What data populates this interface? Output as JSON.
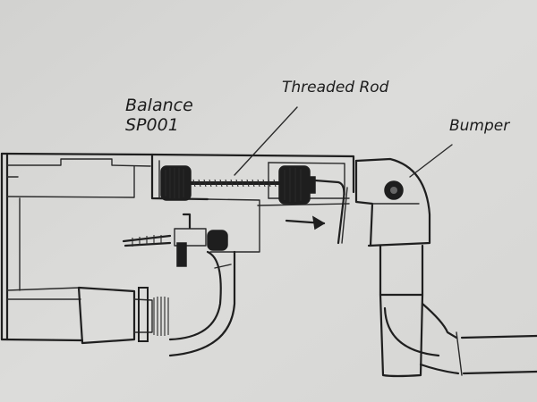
{
  "labels": {
    "balance_spool_line1": "Balance",
    "balance_spool_line2": "SP001",
    "threaded_rod": "Threaded Rod",
    "bumper": "Bumper"
  },
  "colors": {
    "paper": "#d9d9d7",
    "ink": "#1f1f1f"
  }
}
